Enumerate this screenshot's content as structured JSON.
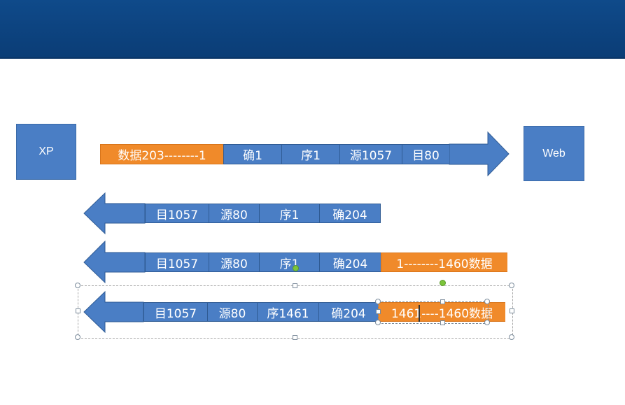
{
  "nodes": {
    "left": "XP",
    "right": "Web"
  },
  "rows": [
    {
      "direction": "right",
      "cells": [
        {
          "text": "数据203--------1",
          "color": "orange"
        },
        {
          "text": "确1",
          "color": "blue"
        },
        {
          "text": "序1",
          "color": "blue"
        },
        {
          "text": "源1057",
          "color": "blue"
        },
        {
          "text": "目80",
          "color": "blue"
        }
      ]
    },
    {
      "direction": "left",
      "cells": [
        {
          "text": "目1057",
          "color": "blue"
        },
        {
          "text": "源80",
          "color": "blue"
        },
        {
          "text": "序1",
          "color": "blue"
        },
        {
          "text": "确204",
          "color": "blue"
        }
      ]
    },
    {
      "direction": "left",
      "cells": [
        {
          "text": "目1057",
          "color": "blue"
        },
        {
          "text": "源80",
          "color": "blue"
        },
        {
          "text": "序1",
          "color": "blue"
        },
        {
          "text": "确204",
          "color": "blue"
        },
        {
          "text": "1--------1460数据",
          "color": "orange"
        }
      ]
    },
    {
      "direction": "left",
      "selected": true,
      "cells": [
        {
          "text": "目1057",
          "color": "blue"
        },
        {
          "text": "源80",
          "color": "blue"
        },
        {
          "text": "序1461",
          "color": "blue"
        },
        {
          "text": "确204",
          "color": "blue"
        },
        {
          "text": "1461----1460数据",
          "color": "orange"
        }
      ]
    }
  ],
  "colors": {
    "blue": "#4a7ec5",
    "orange": "#f08a2a",
    "header": "#0b3d76"
  }
}
